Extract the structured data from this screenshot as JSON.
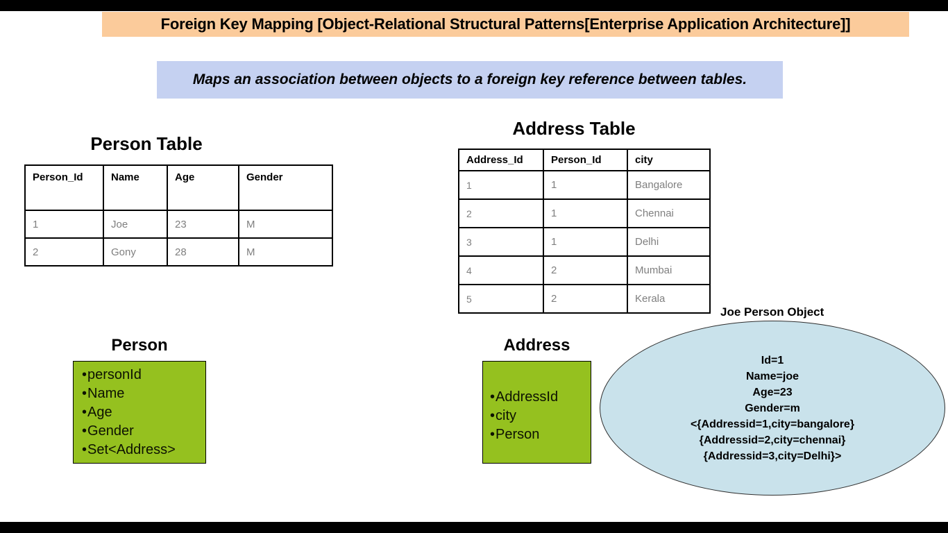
{
  "page": {
    "title": "Foreign Key Mapping [Object-Relational Structural Patterns[Enterprise Application Architecture]]",
    "subtitle": "Maps an association between objects to a foreign key reference between tables."
  },
  "person_table": {
    "title": "Person Table",
    "headers": [
      "Person_Id",
      "Name",
      "Age",
      "Gender"
    ],
    "rows": [
      {
        "person_id": "1",
        "name": "Joe",
        "age": "23",
        "gender": "M"
      },
      {
        "person_id": "2",
        "name": "Gony",
        "age": "28",
        "gender": "M"
      }
    ]
  },
  "address_table": {
    "title": "Address Table",
    "headers": [
      "Address_Id",
      "Person_Id",
      "city"
    ],
    "rows": [
      {
        "address_id": "1",
        "person_id": "1",
        "city": "Bangalore"
      },
      {
        "address_id": "2",
        "person_id": "1",
        "city": "Chennai"
      },
      {
        "address_id": "3",
        "person_id": "1",
        "city": "Delhi"
      },
      {
        "address_id": "4",
        "person_id": "2",
        "city": "Mumbai"
      },
      {
        "address_id": "5",
        "person_id": "2",
        "city": "Kerala"
      }
    ]
  },
  "person_class": {
    "title": "Person",
    "attributes": [
      "personId",
      "Name",
      "Age",
      "Gender",
      "Set<Address>"
    ]
  },
  "address_class": {
    "title": "Address",
    "attributes": [
      "AddressId",
      "city",
      "Person"
    ]
  },
  "joe_object": {
    "label": "Joe Person Object",
    "lines": [
      "Id=1",
      "Name=joe",
      "Age=23",
      "Gender=m",
      "<{Addressid=1,city=bangalore}",
      "{Addressid=2,city=chennai}",
      "{Addressid=3,city=Delhi}>"
    ]
  },
  "colors": {
    "banner_bg": "#FBCB9B",
    "subtitle_bg": "#C5D1F1",
    "class_box_bg": "#95C11F",
    "ellipse_bg": "#C9E2EB",
    "foreign_key_red": "#EE3A3D",
    "foreign_key_navy": "#333399",
    "table_text_gray": "#7F7F7F"
  }
}
